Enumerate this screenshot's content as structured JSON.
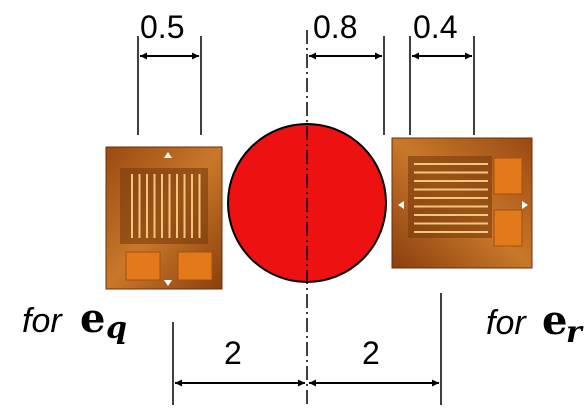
{
  "colors": {
    "circle_fill": "#ee1111",
    "circle_stroke": "#000000",
    "gauge_backing": "#b8611a",
    "gauge_grid": "#f0c070",
    "gauge_pad": "#e07a1c",
    "line": "#000000"
  },
  "dimensions": {
    "left_gauge_width": "0.5",
    "right_gap": "0.8",
    "right_gauge_width": "0.4",
    "left_offset": "2",
    "right_offset": "2"
  },
  "labels": {
    "left_for": "for",
    "left_vector": "e",
    "left_subscript": "q",
    "right_for": "for",
    "right_vector": "e",
    "right_subscript": "r"
  }
}
